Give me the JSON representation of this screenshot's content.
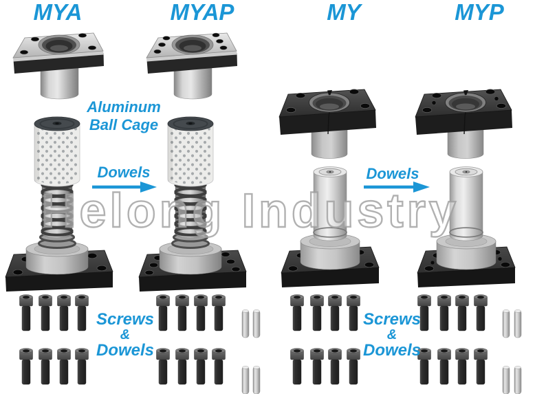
{
  "figure": {
    "accent": "#1b96d6",
    "background": "#ffffff",
    "watermark": "Helong Industry"
  },
  "products": [
    {
      "label": "MYA"
    },
    {
      "label": "MYAP"
    },
    {
      "label": "MY"
    },
    {
      "label": "MYP"
    }
  ],
  "annotations": {
    "ball_cage_line1": "Aluminum",
    "ball_cage_line2": "Ball Cage",
    "dowels_left": "Dowels",
    "dowels_right": "Dowels",
    "screws_left_line1": "Screws",
    "screws_left_line2": "&",
    "screws_left_line3": "Dowels",
    "screws_right_line1": "Screws",
    "screws_right_line2": "&",
    "screws_right_line3": "Dowels"
  }
}
